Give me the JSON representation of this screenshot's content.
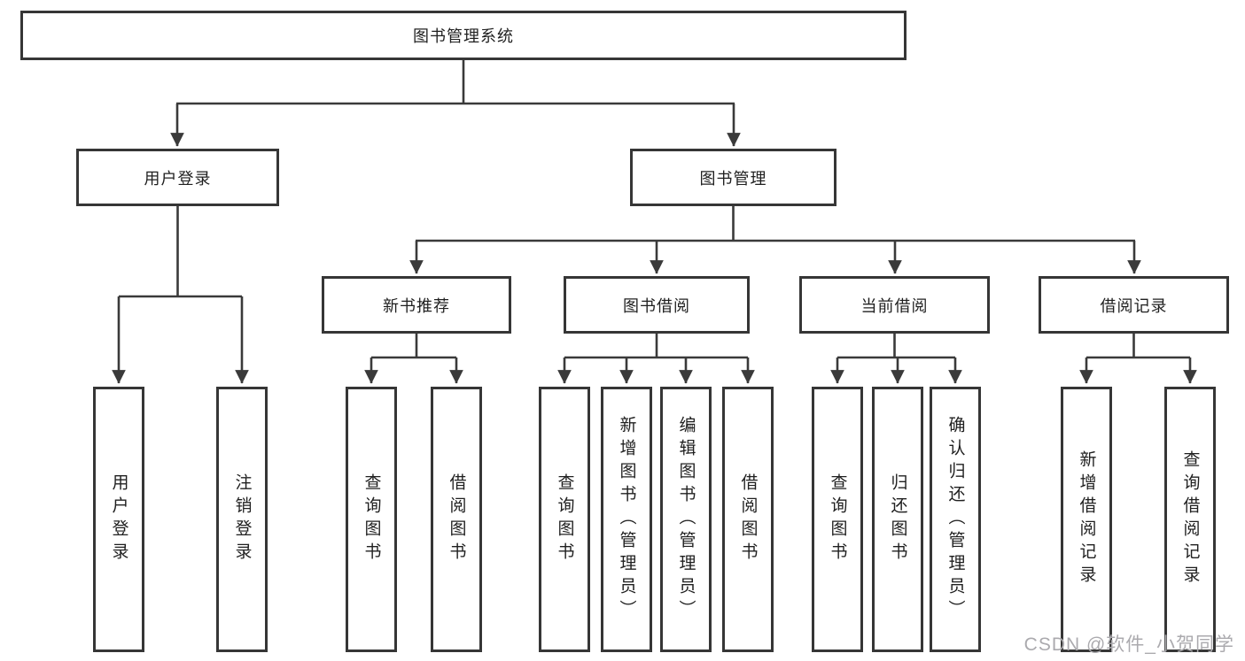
{
  "tree": {
    "root": "图书管理系统",
    "level2": [
      {
        "label": "用户登录"
      },
      {
        "label": "图书管理"
      }
    ],
    "level3": [
      {
        "label": "新书推荐"
      },
      {
        "label": "图书借阅"
      },
      {
        "label": "当前借阅"
      },
      {
        "label": "借阅记录"
      }
    ],
    "leaves": {
      "user": [
        "用户登录",
        "注销登录"
      ],
      "recommend": [
        "查询图书",
        "借阅图书"
      ],
      "borrow": [
        "查询图书",
        "新增图书（管理员）",
        "编辑图书（管理员）",
        "借阅图书"
      ],
      "current": [
        "查询图书",
        "归还图书",
        "确认归还（管理员）"
      ],
      "records": [
        "新增借阅记录",
        "查询借阅记录"
      ]
    }
  },
  "watermark": {
    "text": "CSDN @软件_小贺同学"
  },
  "colors": {
    "line": "#3a3a3a",
    "border": "#363636",
    "text": "#1f1f1f",
    "watermark_text": "#abaaae",
    "background": "#ffffff"
  }
}
